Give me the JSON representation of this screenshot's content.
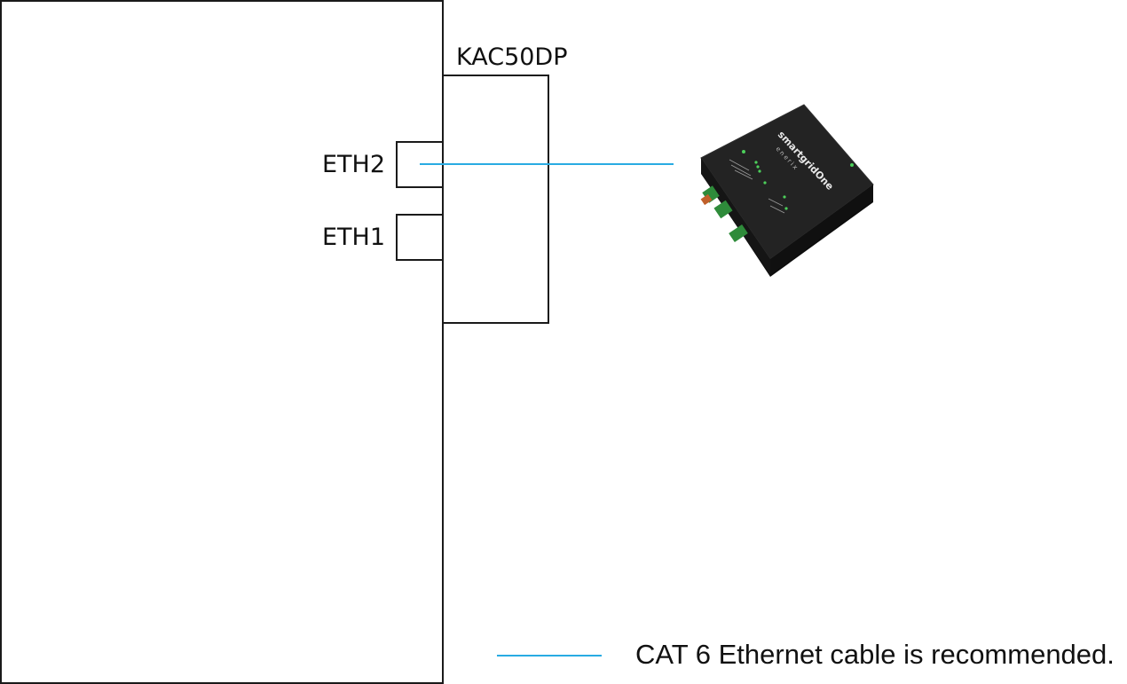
{
  "inverter": {
    "model_label": "KAC50DP",
    "ports": [
      {
        "label": "ETH2"
      },
      {
        "label": "ETH1"
      }
    ]
  },
  "device": {
    "brand_text": "smartgridOne",
    "brand_sub": "enerix",
    "icon": "gateway-device-icon"
  },
  "legend": {
    "text": "CAT 6 Ethernet cable is recommended."
  },
  "colors": {
    "cable": "#29abe2",
    "outline": "#1a1a1a",
    "device_body": "#1b1b1b",
    "terminal_green": "#2e8b3a"
  }
}
